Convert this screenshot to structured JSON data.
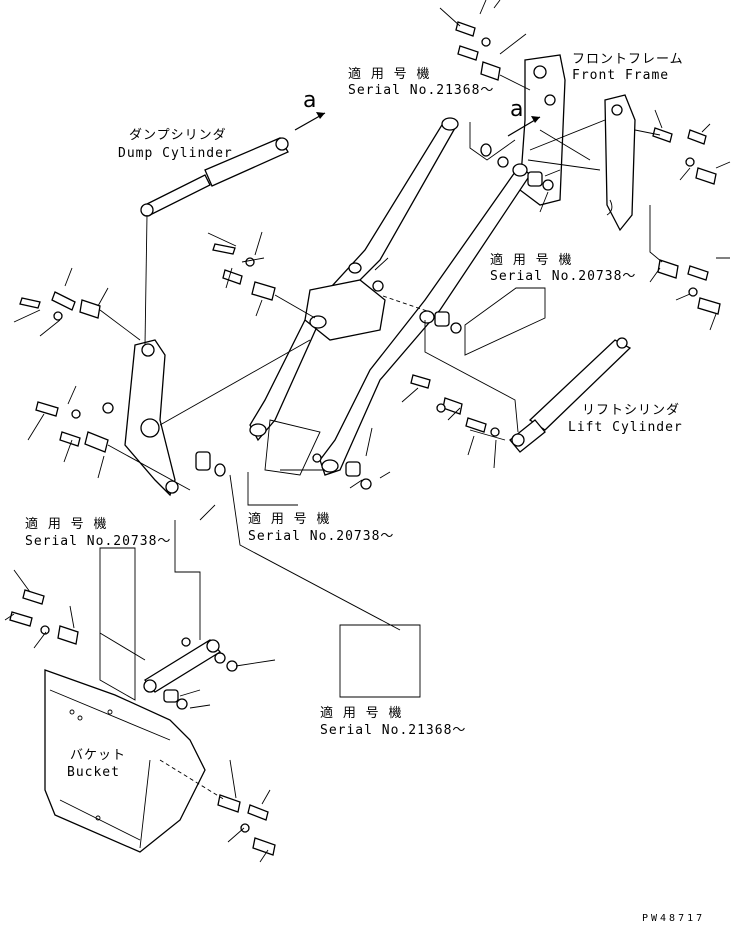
{
  "callouts": {
    "front_frame": {
      "jp": "フロントフレーム",
      "en": "Front Frame"
    },
    "dump_cylinder": {
      "jp": "ダンプシリンダ",
      "en": "Dump Cylinder"
    },
    "lift_cylinder": {
      "jp": "リフトシリンダ",
      "en": "Lift Cylinder"
    },
    "bucket": {
      "jp": "バケット",
      "en": "Bucket"
    }
  },
  "serial_notes": {
    "top": {
      "jp": "適 用 号 機",
      "serial": "Serial No.21368～"
    },
    "right": {
      "jp": "適 用 号 機",
      "serial": "Serial No.20738～"
    },
    "middle": {
      "jp": "適 用 号 機",
      "serial": "Serial No.20738～"
    },
    "left": {
      "jp": "適 用 号 機",
      "serial": "Serial No.20738～"
    },
    "bottom": {
      "jp": "適 用 号 機",
      "serial": "Serial No.21368～"
    }
  },
  "view_markers": {
    "a1": "a",
    "a2": "a"
  },
  "drawing_id": "PW48717"
}
